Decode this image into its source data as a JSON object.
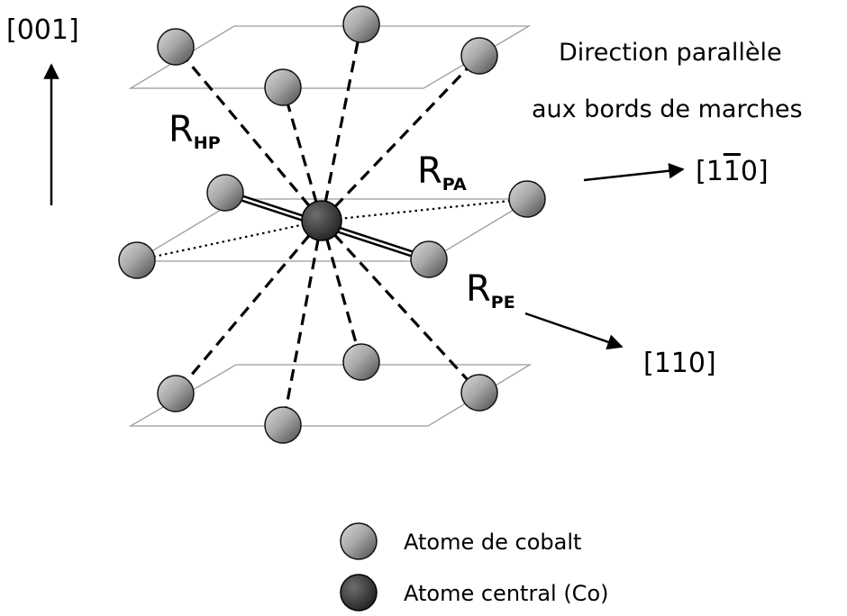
{
  "axes": {
    "vertical": "[001]",
    "horizontal_1": "[110]",
    "horizontal_2_prefix": "[1",
    "horizontal_2_bar": "1",
    "horizontal_2_suffix": "0]"
  },
  "annotation": {
    "line1": "Direction parallèle",
    "line2": "aux bords de marches"
  },
  "bonds": {
    "hp": {
      "main": "R",
      "sub": "HP"
    },
    "pa": {
      "main": "R",
      "sub": "PA"
    },
    "pe": {
      "main": "R",
      "sub": "PE"
    }
  },
  "legend": {
    "cobalt": "Atome de cobalt",
    "central": "Atome central (Co)"
  },
  "colors": {
    "atom_light": "#d9d9d9",
    "atom_dark": "#4a4a4a",
    "central_atom": "#3a3a3a",
    "plane": "#9a9a9a"
  }
}
